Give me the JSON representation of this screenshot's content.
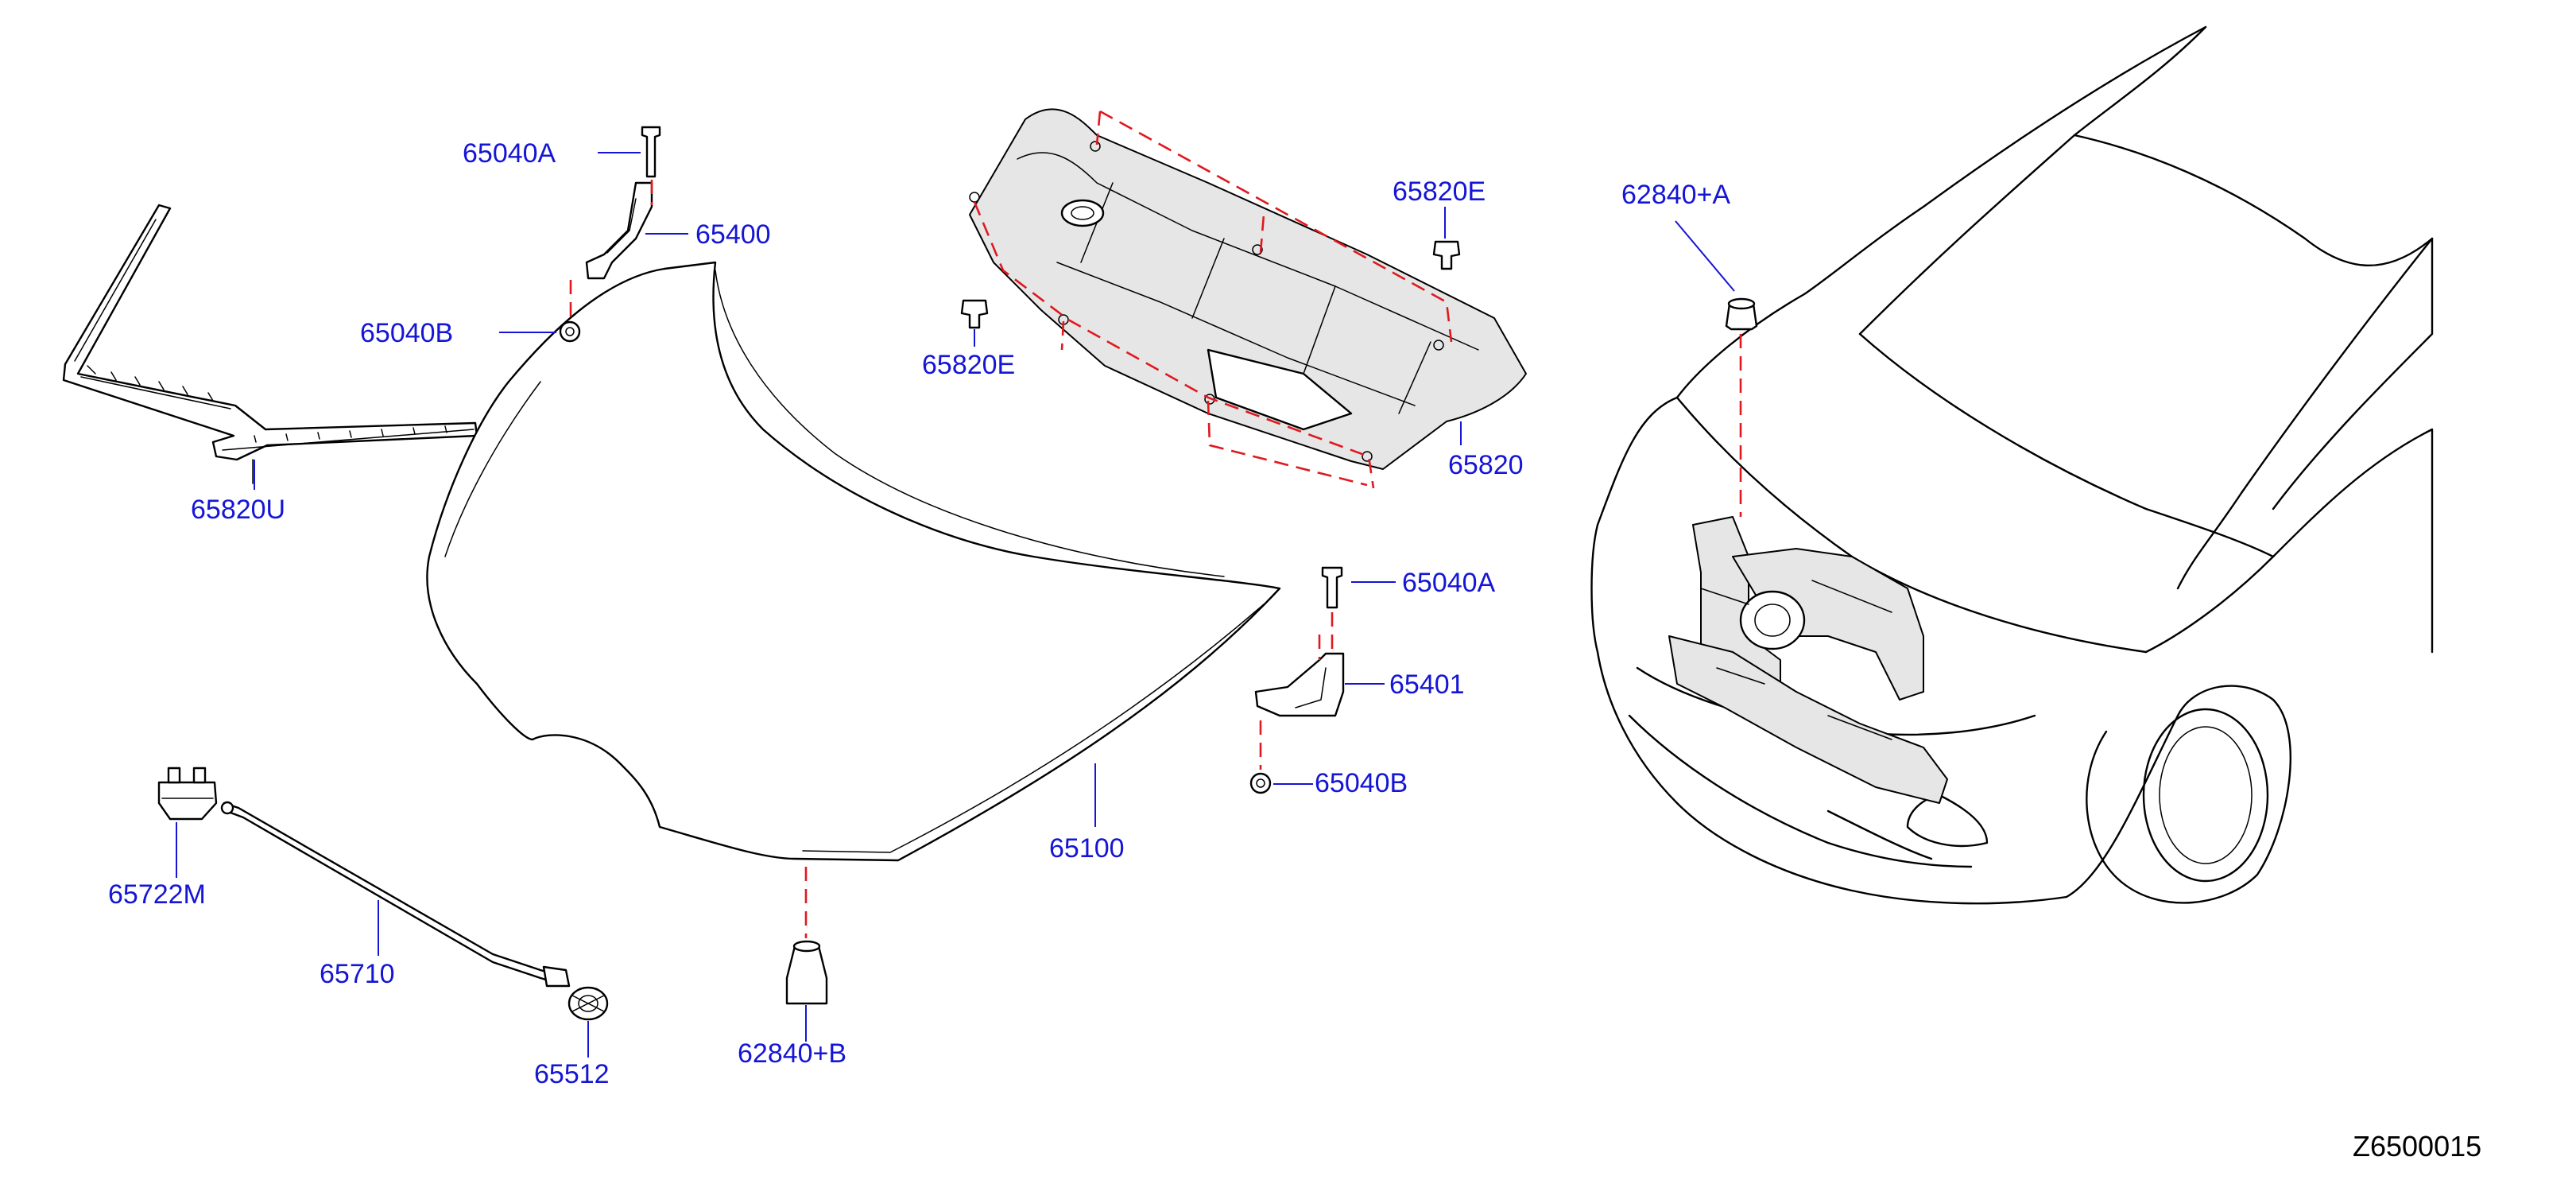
{
  "figure_id": "Z6500015",
  "colors": {
    "label": "#1515d6",
    "leader": "#1515d6",
    "line_art": "#000000",
    "alignment_dash": "#e0191f"
  },
  "parts": [
    {
      "id": "65040A-upper",
      "label": "65040A"
    },
    {
      "id": "65400",
      "label": "65400"
    },
    {
      "id": "65040B-upper",
      "label": "65040B"
    },
    {
      "id": "65820U",
      "label": "65820U"
    },
    {
      "id": "65820E-right",
      "label": "65820E"
    },
    {
      "id": "65820E-left",
      "label": "65820E"
    },
    {
      "id": "65820",
      "label": "65820"
    },
    {
      "id": "62840A",
      "label": "62840+A"
    },
    {
      "id": "65040A-lower",
      "label": "65040A"
    },
    {
      "id": "65401",
      "label": "65401"
    },
    {
      "id": "65040B-lower",
      "label": "65040B"
    },
    {
      "id": "65100",
      "label": "65100"
    },
    {
      "id": "65722M",
      "label": "65722M"
    },
    {
      "id": "65710",
      "label": "65710"
    },
    {
      "id": "65512",
      "label": "65512"
    },
    {
      "id": "62840B",
      "label": "62840+B"
    }
  ]
}
